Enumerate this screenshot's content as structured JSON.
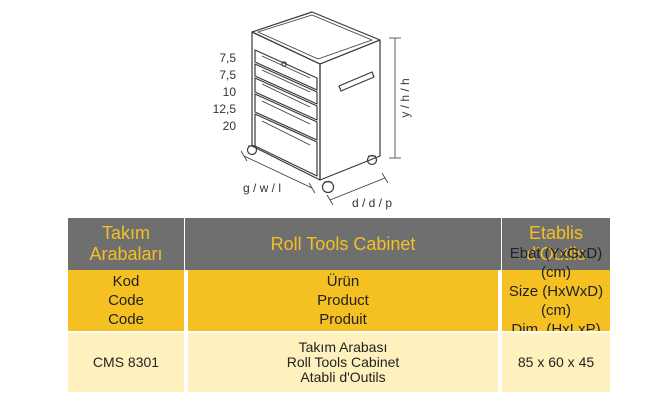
{
  "drawing": {
    "drawer_heights": [
      "7,5",
      "7,5",
      "10",
      "12,5",
      "20"
    ],
    "height_label": "y / h / h",
    "width_label": "g / w / l",
    "depth_label": "d / d / p"
  },
  "table": {
    "headers": [
      "Takım Arabaları",
      "Roll Tools Cabinet",
      "Etablis d'Outils"
    ],
    "label_row": {
      "code": [
        "Kod",
        "Code",
        "Code"
      ],
      "product": [
        "Ürün",
        "Product",
        "Produit"
      ],
      "size": [
        "Ebat (YxGxD) (cm)",
        "Size (HxWxD) (cm)",
        "Dim. (HxLxP) (cm)"
      ]
    },
    "data_row": {
      "code": "CMS 8301",
      "product": [
        "Takım Arabası",
        "Roll Tools Cabinet",
        "Atabli d'Outils"
      ],
      "size": "85 x 60 x 45"
    }
  },
  "colors": {
    "header_bg": "#6f6f6f",
    "header_text": "#f5c021",
    "label_bg": "#f5c021",
    "data_bg": "#fff1be"
  }
}
